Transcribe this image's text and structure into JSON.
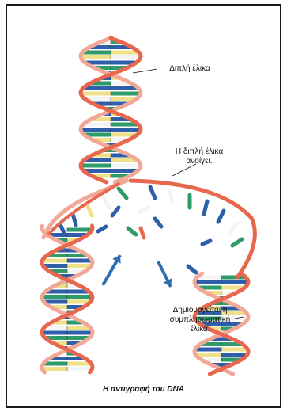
{
  "diagram": {
    "labels": {
      "double_helix": "Διπλή έλικα",
      "helix_opens_line1": "Η διπλή έλικα",
      "helix_opens_line2": "ανοίγει.",
      "complementary_line1": "Δημιουργείται η",
      "complementary_line2": "συμπληρωματική",
      "complementary_line3": "έλικα."
    },
    "caption": "Η αντιγραφή του DNA",
    "colors": {
      "backbone_red": "#e8674f",
      "backbone_pink": "#f2a896",
      "base_blue": "#2f5fa8",
      "base_green": "#2f9a6a",
      "base_yellow": "#efe08a",
      "base_white": "#f4f4f4",
      "arrow_blue": "#2f6fb0"
    }
  }
}
